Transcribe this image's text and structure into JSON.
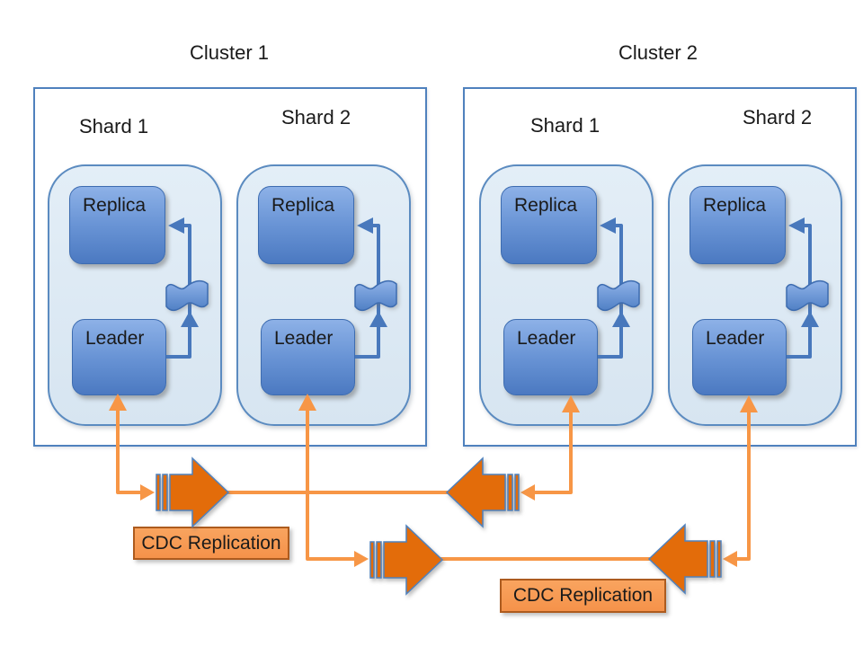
{
  "diagram": {
    "clusters": [
      {
        "title": "Cluster 1",
        "shards": [
          {
            "title": "Shard 1",
            "replica": "Replica",
            "leader": "Leader"
          },
          {
            "title": "Shard 2",
            "replica": "Replica",
            "leader": "Leader"
          }
        ]
      },
      {
        "title": "Cluster 2",
        "shards": [
          {
            "title": "Shard 1",
            "replica": "Replica",
            "leader": "Leader"
          },
          {
            "title": "Shard 2",
            "replica": "Replica",
            "leader": "Leader"
          }
        ]
      }
    ],
    "replication_links": [
      {
        "label": "CDC Replication"
      },
      {
        "label": "CDC Replication"
      }
    ],
    "colors": {
      "node_gradient_top": "#8DB1E7",
      "node_gradient_bottom": "#4B79C1",
      "node_border": "#3D6CB0",
      "shard_fill": "#DEEAF4",
      "shard_border": "#5B8BC0",
      "cluster_border": "#4F81BD",
      "blue_connector": "#4878BC",
      "orange_connector": "#F79646",
      "cdc_arrow_fill": "#E36C0A",
      "cdc_arrow_border": "#4F81BD",
      "cdc_label_fill": "#F79E56",
      "cdc_label_border": "#AD5B1E",
      "text": "#1A1A1A"
    }
  }
}
